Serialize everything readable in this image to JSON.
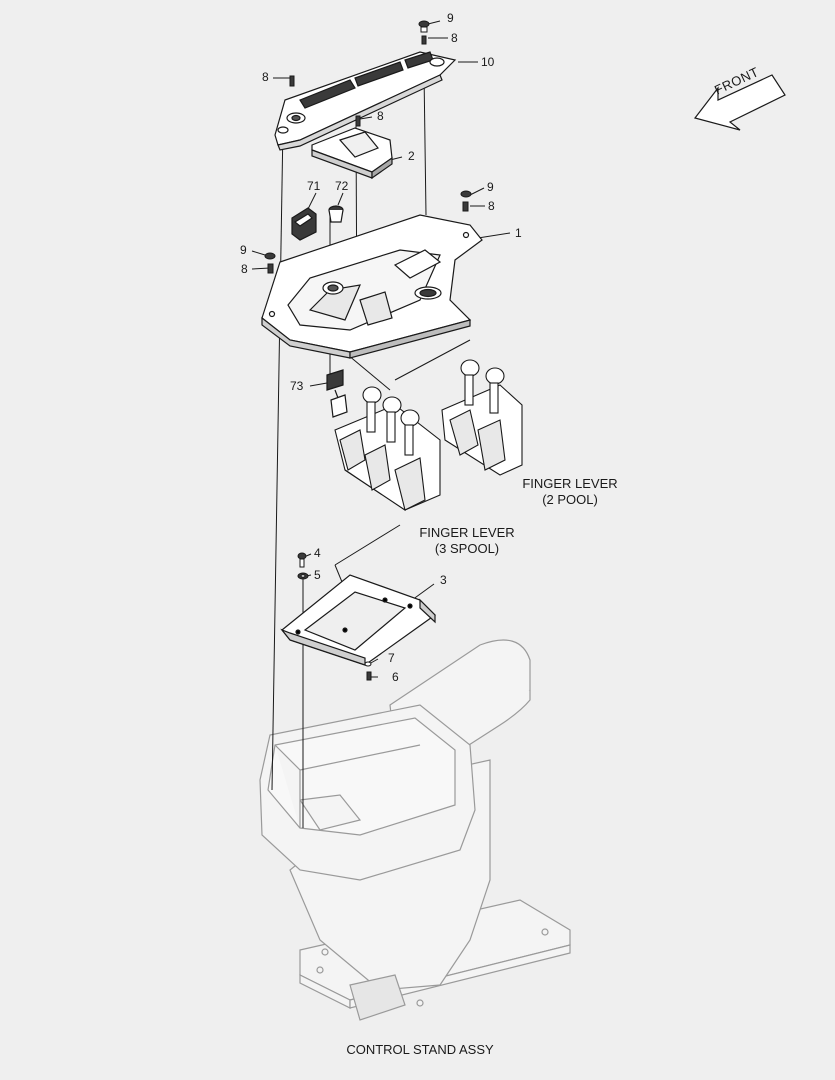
{
  "callouts": {
    "c9_top": "9",
    "c8_top": "8",
    "c10": "10",
    "c8_left": "8",
    "c8_mid": "8",
    "c2": "2",
    "c71": "71",
    "c72": "72",
    "c9_right": "9",
    "c8_right": "8",
    "c1": "1",
    "c9_left": "9",
    "c8_left2": "8",
    "c73": "73",
    "c4": "4",
    "c5": "5",
    "c3": "3",
    "c7": "7",
    "c6": "6"
  },
  "labels": {
    "front": "FRONT",
    "finger_lever_2_line1": "FINGER LEVER",
    "finger_lever_2_line2": "(2 POOL)",
    "finger_lever_3_line1": "FINGER LEVER",
    "finger_lever_3_line2": "(3 SPOOL)",
    "title": "CONTROL STAND ASSY"
  },
  "colors": {
    "line": "#1a1a1a",
    "ghost_line": "#9a9a9a",
    "background": "#efefef",
    "part_fill": "#ffffff",
    "dark_fill": "#3a3a3a"
  }
}
